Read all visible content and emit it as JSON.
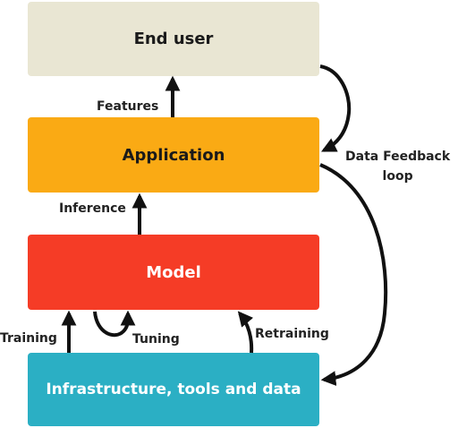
{
  "colors": {
    "end_user_bg": "#E9E6D3",
    "application_bg": "#FAAA14",
    "model_bg": "#F53C26",
    "infrastructure_bg": "#2BAFC4",
    "arrow": "#111111",
    "dark_text": "#1A1A1A",
    "light_text": "#FFFFFF"
  },
  "boxes": {
    "end_user": "End user",
    "application": "Application",
    "model": "Model",
    "infrastructure": "Infrastructure, tools and data"
  },
  "labels": {
    "features": "Features",
    "inference": "Inference",
    "training": "Training",
    "tuning": "Tuning",
    "retraining": "Retraining",
    "feedback_line1": "Data Feedback",
    "feedback_line2": "loop"
  }
}
